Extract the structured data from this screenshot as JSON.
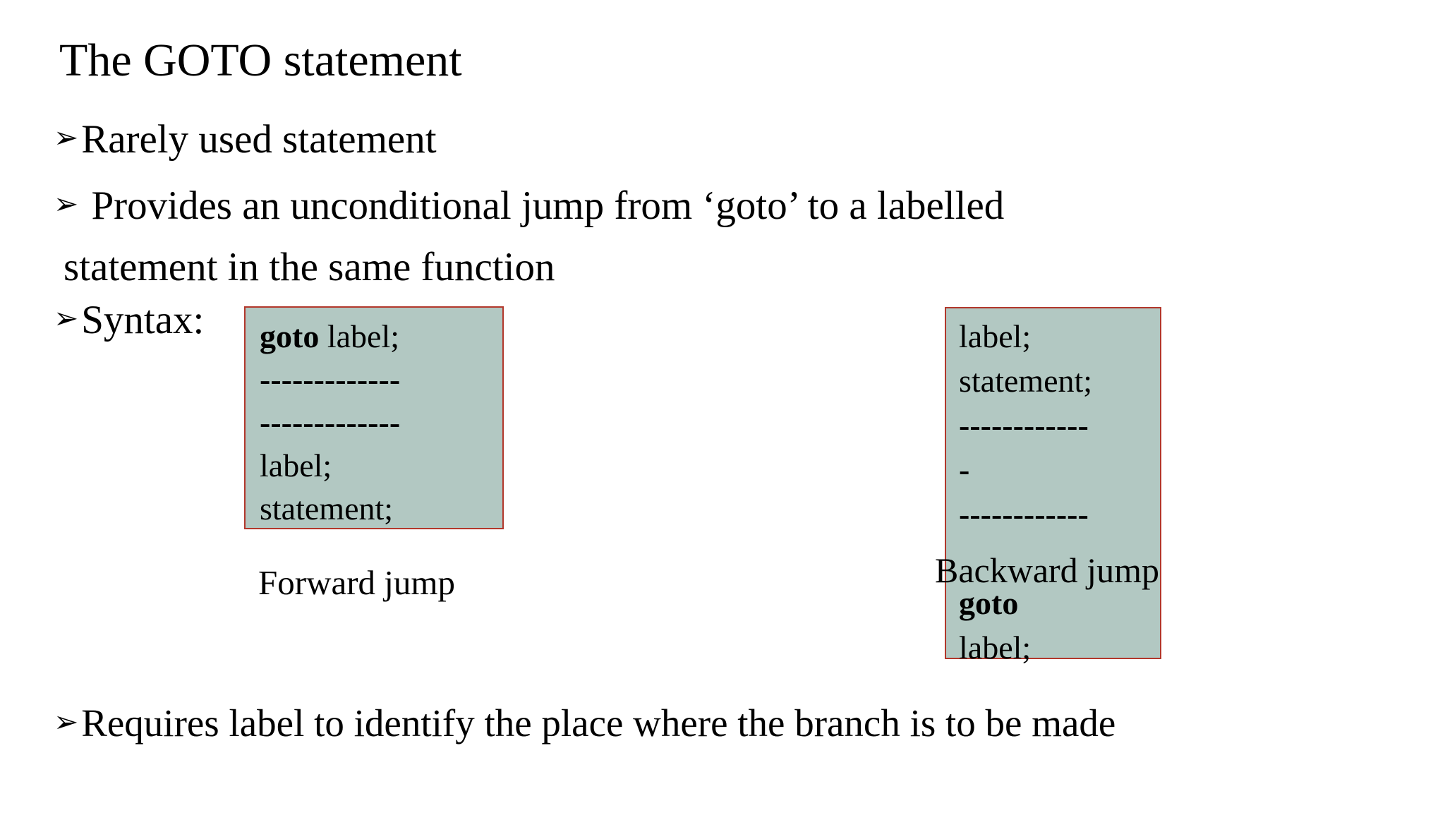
{
  "slide": {
    "title": "The GOTO statement",
    "bullet_char": "➢",
    "bullets": {
      "rarely": "Rarely used statement",
      "provides_line1": " Provides an unconditional jump from ‘goto’ to a labelled",
      "provides_line2": "statement in the same function",
      "syntax": "Syntax:",
      "requires": "Requires label to identify the place where the branch is to be made"
    }
  },
  "forward_box": {
    "keyword": "goto",
    "keyword_rest": " label;",
    "dashes1": "-------------",
    "dashes2": "-------------",
    "line_label": "label;",
    "line_statement": "statement;",
    "caption": "Forward jump"
  },
  "backward_box": {
    "line_label_top": "label;",
    "line_statement": "statement;",
    "dashes1": "------------",
    "dash_single": "-",
    "dashes2": "------------",
    "keyword": "goto",
    "line_label_bottom": "label;",
    "caption": "Backward jump"
  },
  "colors": {
    "box_fill": "#b2c8c2",
    "box_border": "#b2372b",
    "text": "#000000",
    "background": "#ffffff"
  }
}
